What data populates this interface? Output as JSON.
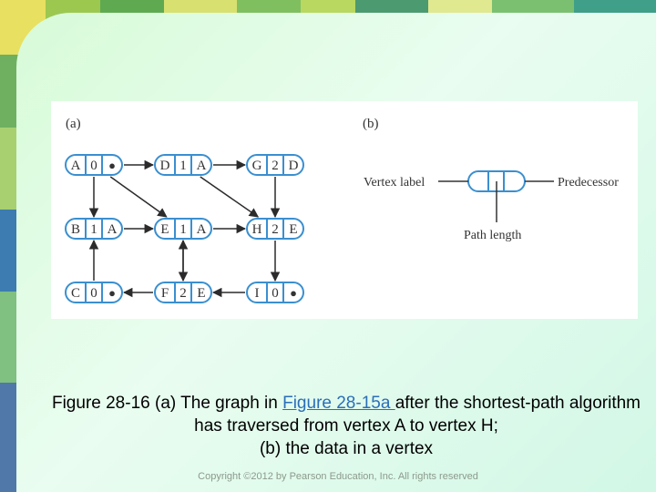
{
  "panel": {
    "label_a": "(a)",
    "label_b": "(b)",
    "vertices": [
      {
        "id": "A",
        "name": "A",
        "length": "0",
        "pred": "●"
      },
      {
        "id": "D",
        "name": "D",
        "length": "1",
        "pred": "A"
      },
      {
        "id": "G",
        "name": "G",
        "length": "2",
        "pred": "D"
      },
      {
        "id": "B",
        "name": "B",
        "length": "1",
        "pred": "A"
      },
      {
        "id": "E",
        "name": "E",
        "length": "1",
        "pred": "A"
      },
      {
        "id": "H",
        "name": "H",
        "length": "2",
        "pred": "E"
      },
      {
        "id": "C",
        "name": "C",
        "length": "0",
        "pred": "●"
      },
      {
        "id": "F",
        "name": "F",
        "length": "2",
        "pred": "E"
      },
      {
        "id": "I",
        "name": "I",
        "length": "0",
        "pred": "●"
      }
    ],
    "edges": [
      {
        "from": "A",
        "to": "D"
      },
      {
        "from": "D",
        "to": "G"
      },
      {
        "from": "A",
        "to": "B"
      },
      {
        "from": "A",
        "to": "E"
      },
      {
        "from": "B",
        "to": "E"
      },
      {
        "from": "E",
        "to": "H"
      },
      {
        "from": "G",
        "to": "H"
      },
      {
        "from": "D",
        "to": "H"
      },
      {
        "from": "E",
        "to": "F"
      },
      {
        "from": "C",
        "to": "B"
      },
      {
        "from": "F",
        "to": "E"
      },
      {
        "from": "F",
        "to": "C"
      },
      {
        "from": "I",
        "to": "F"
      },
      {
        "from": "H",
        "to": "I"
      }
    ],
    "legend": {
      "vertex_label": "Vertex label",
      "predecessor": "Predecessor",
      "path_length": "Path length"
    }
  },
  "caption": {
    "part1": "Figure 28-16 (a) The graph in ",
    "link": "Figure 28-15a ",
    "part2": "after the shortest-path algorithm has traversed from vertex A to vertex H;",
    "part3": "(b) the data in a vertex"
  },
  "footer": {
    "copyright": "Copyright ©2012 by Pearson Education, Inc. All rights reserved"
  },
  "colors": {
    "node_stroke": "#3a8fd0",
    "text": "#333333"
  }
}
